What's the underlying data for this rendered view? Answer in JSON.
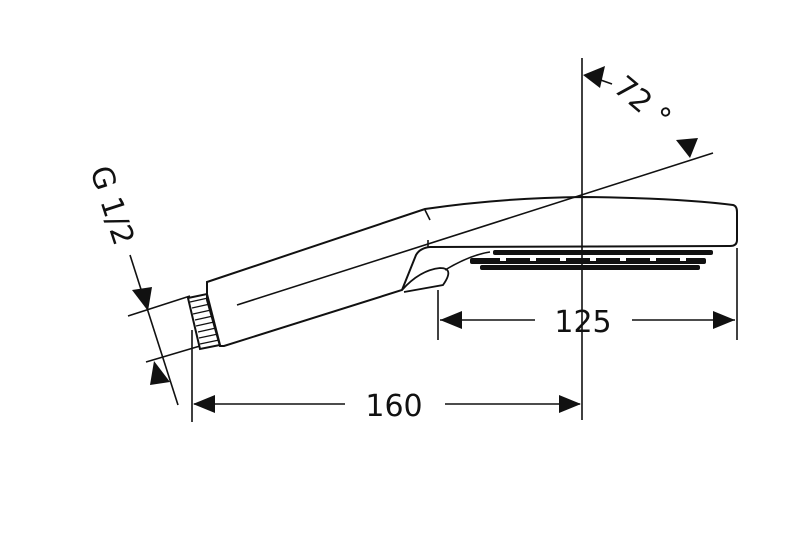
{
  "drawing": {
    "angle_label": "72 °",
    "dim_head_length": "125",
    "dim_total_length": "160",
    "thread_label": "G 1/2",
    "line_color": "#111111"
  }
}
